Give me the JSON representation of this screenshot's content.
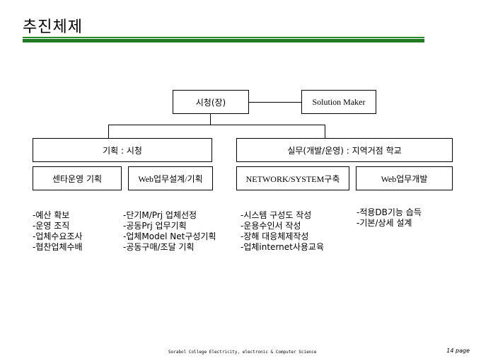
{
  "title": "추진체제",
  "top": {
    "left": "시청(장)",
    "right": "Solution Maker"
  },
  "level2": {
    "left": "기획 : 시청",
    "right": "실무(개발/운영) : 지역거점 학교"
  },
  "level3": [
    "센타운영 기획",
    "Web업무설계/기획",
    "NETWORK/SYSTEM구축",
    "Web업무개발"
  ],
  "lists": [
    [
      "-예산 확보",
      "-운영 조직",
      "-업체수요조사",
      "-협찬업체수배"
    ],
    [
      "-단기M/Prj 업체선정",
      "-공동Prj 업무기획",
      "-업체Model Net구성기획",
      "-공동구매/조달 기획"
    ],
    [
      "-시스템 구성도 작성",
      "-운용수인서 작성",
      "-장해 대응체제작성",
      "-업체internet사용교육"
    ],
    [
      "-적용DB기능 습득",
      "-기본/상세 설계"
    ]
  ],
  "footer": "Sorabol College Electricity, electronic & Computer Science",
  "page": "14 page"
}
